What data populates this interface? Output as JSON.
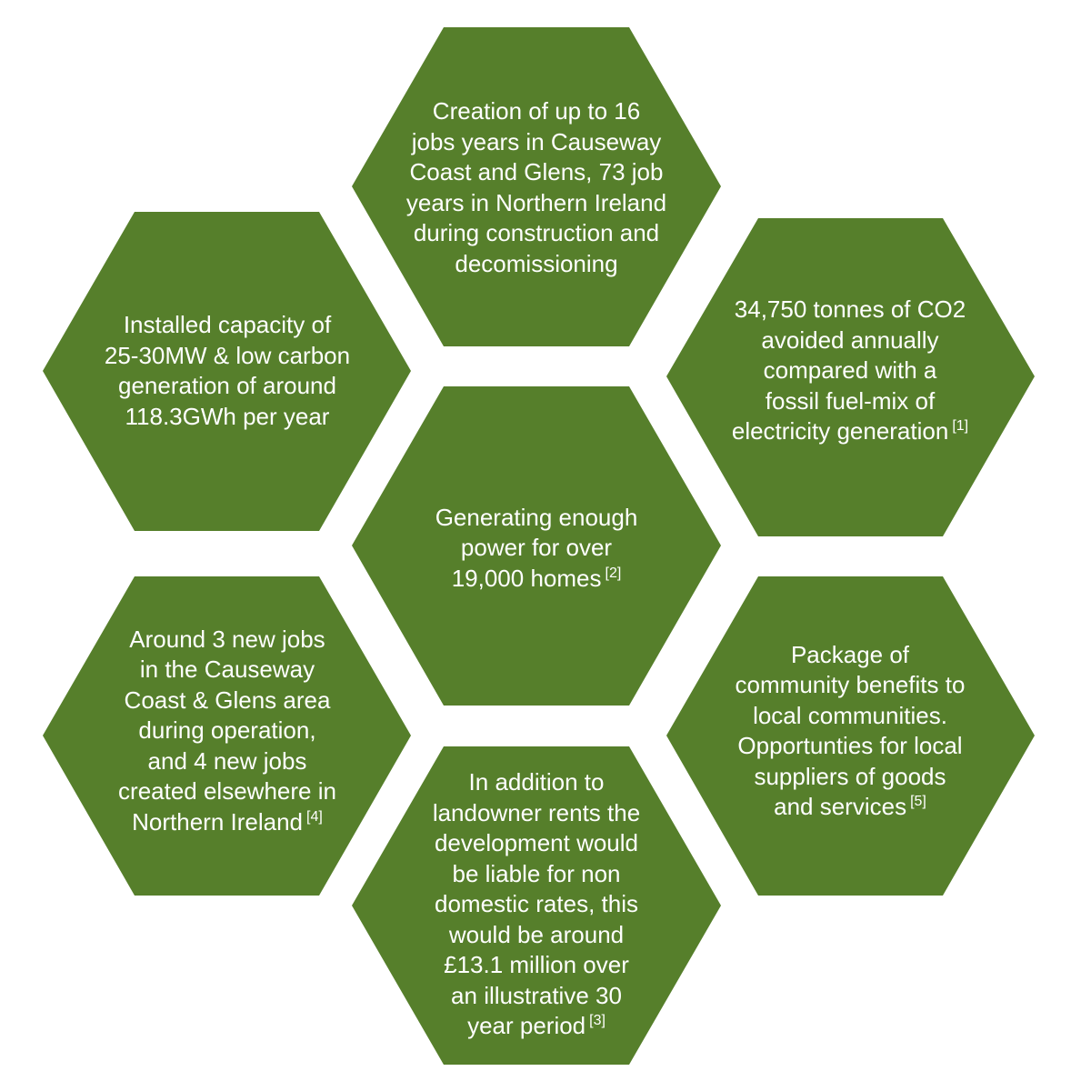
{
  "colors": {
    "hex_fill": "#567f2b",
    "text": "#ffffff",
    "background": "#ffffff"
  },
  "hexagons": [
    {
      "id": "top",
      "lines": [
        "Creation of up to 16",
        "jobs years in Causeway",
        "Coast and Glens, 73 job",
        "years in Northern Ireland",
        "during construction and",
        "decomissioning"
      ],
      "ref": ""
    },
    {
      "id": "upper-left",
      "lines": [
        "Installed capacity of",
        "25-30MW & low carbon",
        "generation of around",
        "118.3GWh per year"
      ],
      "ref": ""
    },
    {
      "id": "upper-right",
      "lines": [
        "34,750 tonnes of CO2",
        "avoided annually",
        "compared with a",
        "fossil fuel-mix of",
        "electricity generation"
      ],
      "ref": "[1]"
    },
    {
      "id": "center",
      "lines": [
        "Generating enough",
        "power for over",
        "19,000 homes"
      ],
      "ref": "[2]"
    },
    {
      "id": "lower-left",
      "lines": [
        "Around 3 new jobs",
        "in the Causeway",
        "Coast & Glens area",
        "during operation,",
        "and 4 new jobs",
        "created elsewhere in",
        "Northern Ireland"
      ],
      "ref": "[4]"
    },
    {
      "id": "lower-right",
      "lines": [
        "Package of",
        "community benefits to",
        "local communities.",
        "Opportunties for local",
        "suppliers of goods",
        "and services"
      ],
      "ref": "[5]"
    },
    {
      "id": "bottom",
      "lines": [
        "In addition to",
        "landowner rents the",
        "development would",
        "be liable for non",
        "domestic rates, this",
        "would be around",
        "£13.1 million over",
        "an illustrative 30",
        "year period"
      ],
      "ref": "[3]"
    }
  ]
}
